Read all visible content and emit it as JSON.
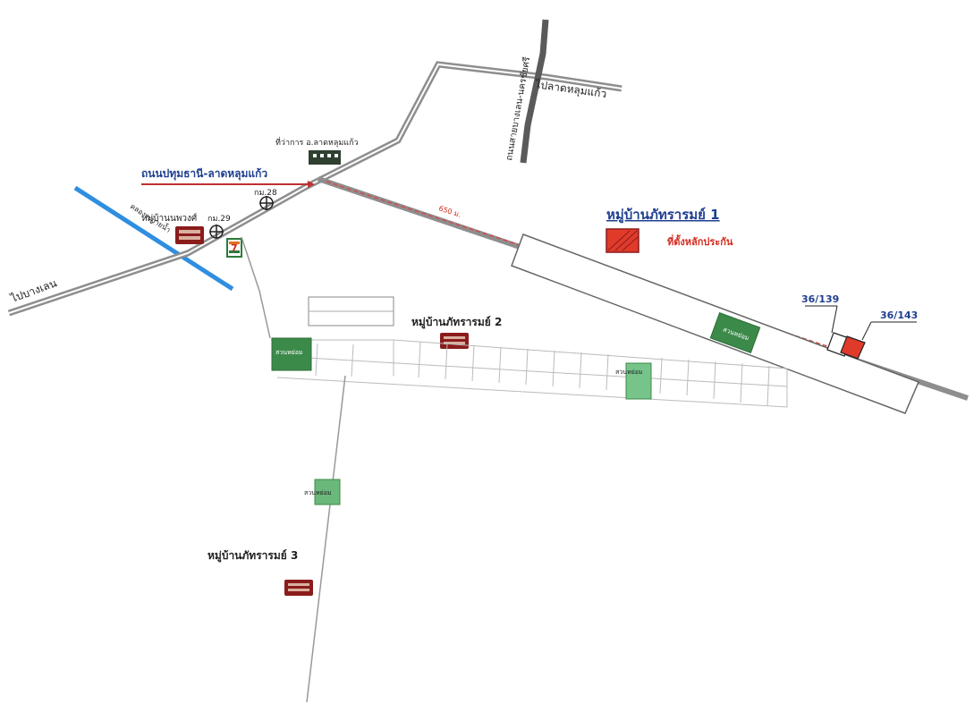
{
  "roads": {
    "west_road_label": "ไปบางเลน",
    "pathum_road_label": "ถนนปทุมธานี-ลาดหลุมแก้ว",
    "to_lat_lum_kaeo_label": "ไปลาดหลุมแก้ว",
    "cross_road_label": "ถนนสายบางเลน-นครชัยศรี",
    "km28_label": "กม.28",
    "km29_label": "กม.29",
    "distance_label": "650 ม."
  },
  "canal": {
    "label": "คลองระบายน้ำ"
  },
  "places": {
    "district_office_label": "ที่ว่าการ อ.ลาดหลุมแก้ว",
    "nanthawat_village_label": "หมู่บ้านนพวงศ์",
    "seven_eleven_label": "7"
  },
  "villages": {
    "v1_title": "หมู่บ้านภัทรารมย์ 1",
    "v2_title": "หมู่บ้านภัทรารมย์ 2",
    "v3_title": "หมู่บ้านภัทรารมย์ 3"
  },
  "legend": {
    "collateral_label": "ที่ตั้งหลักประกัน"
  },
  "parks": {
    "park_label": "สวนหย่อม"
  },
  "plots": {
    "plot_a": "36/139",
    "plot_b": "36/143"
  },
  "colors": {
    "road": "#8e8e8e",
    "canal": "#2f8ee0",
    "park": "#3c8a4a",
    "collateral": "#e03a2a",
    "title_blue": "#1f3f8f",
    "label_red": "#d32b1e"
  }
}
